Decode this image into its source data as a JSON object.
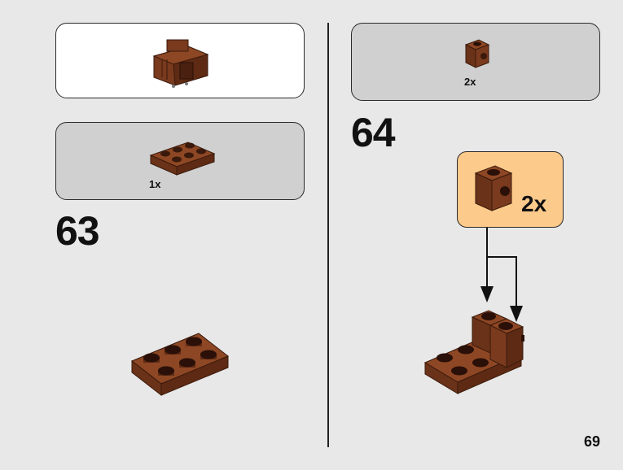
{
  "colors": {
    "background": "#e8e8e8",
    "panel_white": "#ffffff",
    "panel_grey": "#d0d0d0",
    "callout_bg": "#fcca8a",
    "brick_brown": "#7a3a1e",
    "brick_dark": "#4a2010",
    "stud_top": "#3a1a0c"
  },
  "top_left_panel": {
    "part_icon": "brown-container-assembly-icon"
  },
  "step63": {
    "number": "63",
    "parts_panel": {
      "part_icon": "brown-plate-2x3-icon",
      "count": "1x"
    },
    "assembly_icon": "brown-plate-2x3-assembly-icon"
  },
  "step64": {
    "number": "64",
    "parts_panel": {
      "part_icon": "brown-bracket-brick-icon",
      "count": "2x"
    },
    "callout": {
      "part_icon": "brown-bracket-brick-icon",
      "count": "2x"
    },
    "assembly_icon": "brown-bracket-assembly-icon",
    "arrows_icon": "placement-arrows-icon"
  },
  "page": {
    "number": "69"
  }
}
